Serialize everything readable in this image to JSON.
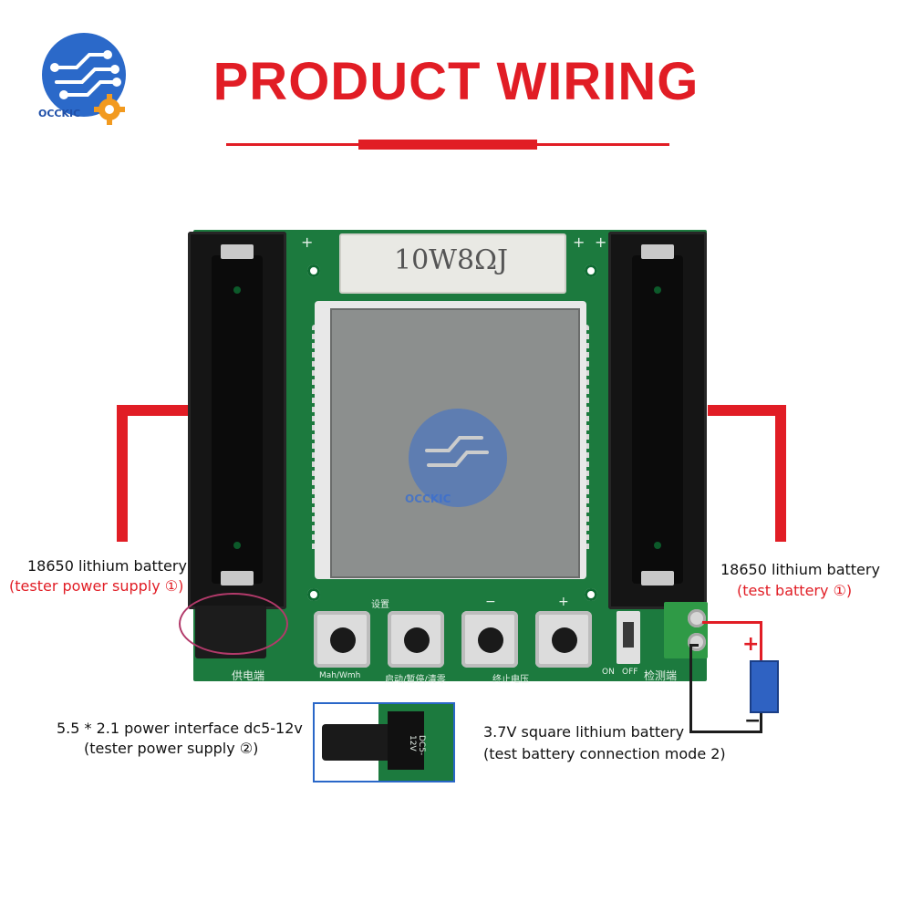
{
  "colors": {
    "title_red": "#e11d25",
    "caption_red": "#e11d25",
    "pcb_green": "#1c7a3e",
    "logo_blue": "#2b69c9",
    "logo_orange": "#f29a1f",
    "inset_border": "#2a67c8",
    "battery_blue": "#2f62c2"
  },
  "logo": {
    "text": "OCCKIC",
    "icon": "circuit-gear-logo"
  },
  "header": {
    "title": "PRODUCT WIRING"
  },
  "board": {
    "resistor_label": "10W8ΩJ",
    "plus_marks": [
      "+",
      "+",
      "+",
      "+"
    ],
    "button_top_labels": [
      "设置",
      "−",
      "+"
    ],
    "button_bottom_labels": [
      "Mah/Wmh",
      "启动/暂停/清零",
      "终止电压"
    ],
    "power_label": "供电端",
    "test_label": "检测端",
    "switch_on": "ON",
    "switch_off": "OFF",
    "jack_label": "DC5-12V"
  },
  "annotations": {
    "left_battery": {
      "title": "18650 lithium battery",
      "subtitle": "(tester power supply ①)"
    },
    "right_battery": {
      "title": "18650 lithium battery",
      "subtitle": "(test battery ①)"
    },
    "power_interface": {
      "line1": "5.5 * 2.1 power interface dc5-12v",
      "line2": "(tester power supply ②)"
    },
    "square_battery": {
      "line1": "3.7V square lithium battery",
      "line2": "(test battery connection mode 2)"
    }
  },
  "battery_symbol": {
    "plus": "+",
    "minus": "−"
  },
  "watermark": {
    "text": "OCCKIC"
  }
}
